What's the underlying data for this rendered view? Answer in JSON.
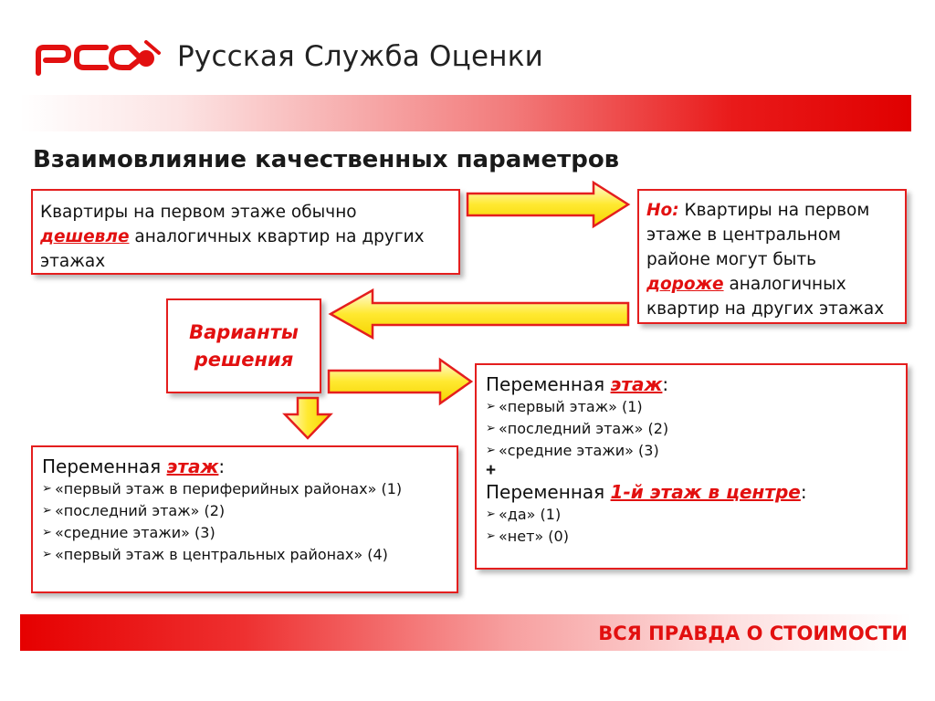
{
  "brand": {
    "name": "Русская Служба Оценки",
    "red": "#e21010"
  },
  "slide": {
    "title": "Взаимовлияние качественных параметров",
    "footer": "ВСЯ ПРАВДА О СТОИМОСТИ"
  },
  "box1": {
    "line1": "Квартиры на первом этаже обычно",
    "word_red": "дешевле",
    "line2_rest": " аналогичных квартир на  других",
    "line3": "этажах"
  },
  "box2": {
    "prefix": "Но:",
    "line1_rest": " Квартиры на первом",
    "line2": "этаже в центральном",
    "line3": "районе могут быть",
    "word_red": "дороже",
    "line4_rest": " аналогичных",
    "line5": "квартир на других этажах"
  },
  "box3": {
    "line1": "Варианты",
    "line2": "решения"
  },
  "box4": {
    "head1_prefix": "Переменная ",
    "head1_var": "этаж",
    "head1_suffix": ":",
    "options1": [
      "«первый этаж» (1)",
      "«последний этаж» (2)",
      "«средние этажи» (3)"
    ],
    "plus": "+",
    "head2_prefix": "Переменная ",
    "head2_var": "1-й этаж в центре",
    "head2_suffix": ":",
    "options2": [
      "«да» (1)",
      "«нет» (0)"
    ]
  },
  "box5": {
    "head_prefix": "Переменная ",
    "head_var": "этаж",
    "head_suffix": ":",
    "options": [
      "«первый этаж в периферийных районах» (1)",
      "«последний этаж»  (2)",
      "«средние этажи» (3)",
      "«первый этаж в центральных районах» (4)"
    ]
  },
  "colors": {
    "accent": "#e21010",
    "arrow_fill_dark": "#f5d400",
    "arrow_fill_light": "#fffbe0",
    "border": "#e41e1e"
  }
}
